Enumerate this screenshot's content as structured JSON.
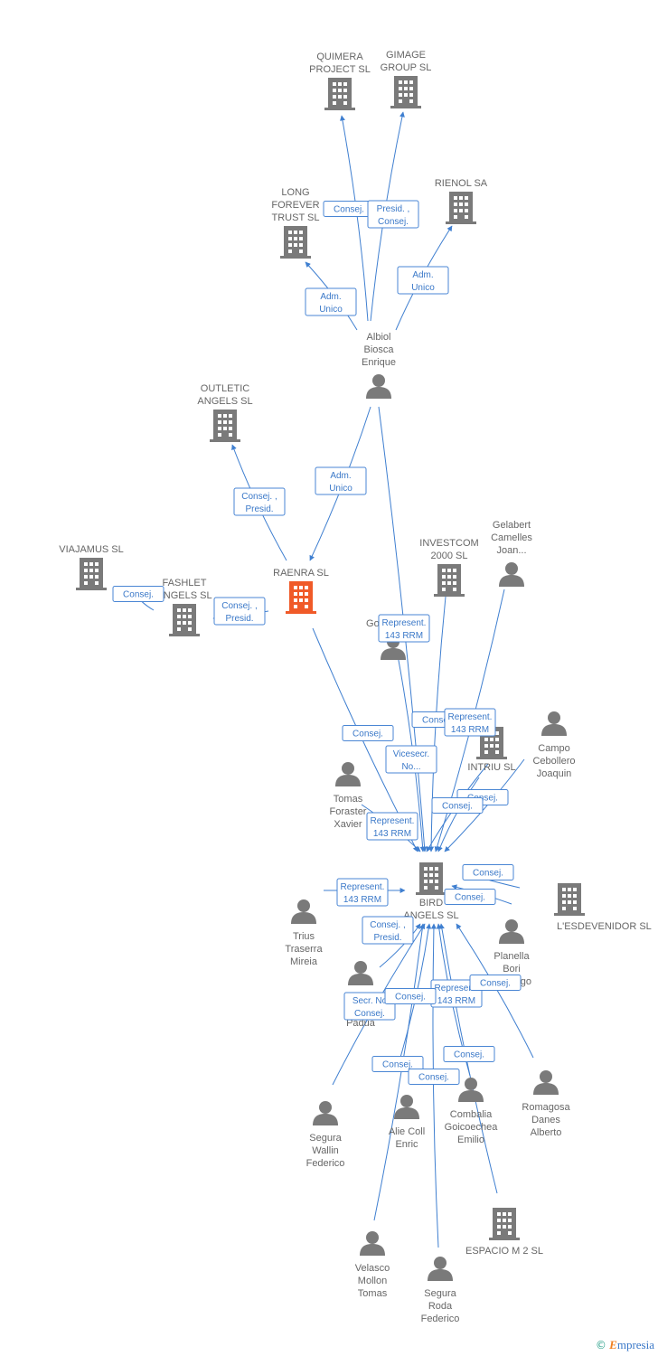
{
  "colors": {
    "company": "#7a7a7a",
    "focus_company": "#f05a28",
    "person": "#7a7a7a",
    "edge": "#3f7fd0"
  },
  "nodes": [
    {
      "id": "quimera",
      "type": "company",
      "lines": [
        "QUIMERA",
        "PROJECT SL"
      ]
    },
    {
      "id": "gimage",
      "type": "company",
      "lines": [
        "GIMAGE",
        "GROUP  SL"
      ]
    },
    {
      "id": "long",
      "type": "company",
      "lines": [
        "LONG",
        "FOREVER",
        "TRUST SL"
      ]
    },
    {
      "id": "rienol",
      "type": "company",
      "lines": [
        "RIENOL SA"
      ]
    },
    {
      "id": "albiol",
      "type": "person",
      "lines": [
        "Albiol",
        "Biosca",
        "Enrique"
      ]
    },
    {
      "id": "outletic",
      "type": "company",
      "lines": [
        "OUTLETIC",
        "ANGELS SL"
      ]
    },
    {
      "id": "viajamus",
      "type": "company",
      "lines": [
        "VIAJAMUS SL"
      ]
    },
    {
      "id": "fashlet",
      "type": "company",
      "lines": [
        "FASHLET",
        "ANGELS SL"
      ]
    },
    {
      "id": "raenra",
      "type": "focus",
      "lines": [
        "RAENRA SL"
      ]
    },
    {
      "id": "investcom",
      "type": "company",
      "lines": [
        "INVESTCOM",
        "2000  SL"
      ]
    },
    {
      "id": "gelabert",
      "type": "person",
      "lines": [
        "Gelabert",
        "Camelles",
        "Joan..."
      ]
    },
    {
      "id": "gomez",
      "type": "person",
      "lines": [
        "Gomez Saiz"
      ]
    },
    {
      "id": "intriu",
      "type": "company",
      "lines": [
        "INTRIU  SL"
      ]
    },
    {
      "id": "campo",
      "type": "person",
      "lines": [
        "Campo",
        "Cebollero",
        "Joaquin"
      ]
    },
    {
      "id": "tomas",
      "type": "person",
      "lines": [
        "Tomas",
        "Foraster",
        "Xavier"
      ]
    },
    {
      "id": "bird",
      "type": "company",
      "lines": [
        "BIRD",
        "ANGELS SL"
      ]
    },
    {
      "id": "lesdevenidor",
      "type": "company",
      "lines": [
        "L'ESDEVENIDOR SL"
      ]
    },
    {
      "id": "trius",
      "type": "person",
      "lines": [
        "Trius",
        "Traserra",
        "Mireia"
      ]
    },
    {
      "id": "planella",
      "type": "person",
      "lines": [
        "Planella",
        "Bori",
        "Domingo"
      ]
    },
    {
      "id": "sala",
      "type": "person",
      "lines": [
        "Sala",
        "Andrea",
        "Padua"
      ]
    },
    {
      "id": "segura_w",
      "type": "person",
      "lines": [
        "Segura",
        "Wallin",
        "Federico"
      ]
    },
    {
      "id": "alie",
      "type": "person",
      "lines": [
        "Alie Coll",
        "Enric"
      ]
    },
    {
      "id": "combalia",
      "type": "person",
      "lines": [
        "Combalia",
        "Goicoechea",
        "Emilio"
      ]
    },
    {
      "id": "romagosa",
      "type": "person",
      "lines": [
        "Romagosa",
        "Danes",
        "Alberto"
      ]
    },
    {
      "id": "espacio",
      "type": "company",
      "lines": [
        "ESPACIO M 2 SL"
      ]
    },
    {
      "id": "velasco",
      "type": "person",
      "lines": [
        "Velasco",
        "Mollon",
        "Tomas"
      ]
    },
    {
      "id": "segura_r",
      "type": "person",
      "lines": [
        "Segura",
        "Roda",
        "Federico"
      ]
    }
  ],
  "edges": [
    {
      "from": "albiol",
      "to": "quimera",
      "label": [
        "Consej."
      ]
    },
    {
      "from": "albiol",
      "to": "gimage",
      "label": [
        "Presid. ,",
        "Consej."
      ]
    },
    {
      "from": "albiol",
      "to": "long",
      "label": [
        "Adm.",
        "Unico"
      ]
    },
    {
      "from": "albiol",
      "to": "rienol",
      "label": [
        "Adm.",
        "Unico"
      ]
    },
    {
      "from": "albiol",
      "to": "raenra",
      "label": [
        "Adm.",
        "Unico"
      ]
    },
    {
      "from": "raenra",
      "to": "outletic",
      "label": [
        "Consej. ,",
        "Presid."
      ]
    },
    {
      "from": "raenra",
      "to": "fashlet",
      "label": [
        "Consej. ,",
        "Presid."
      ]
    },
    {
      "from": "fashlet",
      "to": "viajamus",
      "label": [
        "Consej."
      ]
    },
    {
      "from": "albiol",
      "to": "bird",
      "label": []
    },
    {
      "from": "raenra",
      "to": "bird",
      "label": [
        "Consej."
      ]
    },
    {
      "from": "gomez",
      "to": "bird",
      "label": [
        "Represent.",
        "143 RRM"
      ]
    },
    {
      "from": "investcom",
      "to": "bird",
      "label": [
        "Consej."
      ]
    },
    {
      "from": "gelabert",
      "to": "bird",
      "label": [
        "Represent.",
        "143 RRM"
      ]
    },
    {
      "from": "intriu",
      "to": "bird",
      "label": [
        "Vicesecr.",
        "No..."
      ]
    },
    {
      "from": "campo",
      "to": "bird",
      "label": [
        "Consej."
      ]
    },
    {
      "from": "intriu",
      "to": "bird",
      "label": [
        "Consej."
      ]
    },
    {
      "from": "tomas",
      "to": "bird",
      "label": [
        "Represent.",
        "143 RRM"
      ]
    },
    {
      "from": "lesdevenidor",
      "to": "bird",
      "label": [
        "Consej."
      ]
    },
    {
      "from": "planella",
      "to": "bird",
      "label": [
        "Consej."
      ]
    },
    {
      "from": "trius",
      "to": "bird",
      "label": [
        "Represent.",
        "143 RRM"
      ]
    },
    {
      "from": "sala",
      "to": "bird",
      "label": [
        "Consej. ,",
        "Presid."
      ]
    },
    {
      "from": "segura_w",
      "to": "bird",
      "label": [
        "Secr.  No",
        "Consej."
      ]
    },
    {
      "from": "alie",
      "to": "bird",
      "label": [
        "Consej."
      ]
    },
    {
      "from": "combalia",
      "to": "bird",
      "label": [
        "Represent.",
        "143 RRM"
      ]
    },
    {
      "from": "romagosa",
      "to": "bird",
      "label": [
        "Consej."
      ]
    },
    {
      "from": "espacio",
      "to": "bird",
      "label": [
        "Consej."
      ]
    },
    {
      "from": "velasco",
      "to": "bird",
      "label": [
        "Consej."
      ]
    },
    {
      "from": "segura_r",
      "to": "bird",
      "label": [
        "Consej."
      ]
    }
  ],
  "branding": {
    "copyright": "©",
    "name_first": "E",
    "name_rest": "mpresia"
  }
}
